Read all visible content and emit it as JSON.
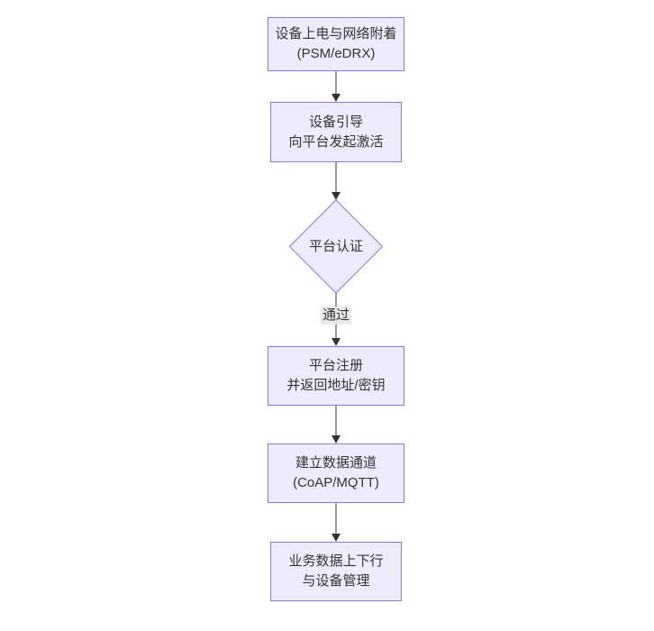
{
  "diagram": {
    "type": "flowchart",
    "direction": "top-down",
    "colors": {
      "node_fill": "#ECECFF",
      "node_border": "#9370DB",
      "edge_line": "#333333",
      "text": "#333333",
      "edge_label_bg": "#e8e8e8",
      "background": "#ffffff"
    },
    "nodes": [
      {
        "id": "power",
        "shape": "rect",
        "line1": "设备上电与网络附着",
        "line2": "(PSM/eDRX)"
      },
      {
        "id": "boot",
        "shape": "rect",
        "line1": "设备引导",
        "line2": "向平台发起激活"
      },
      {
        "id": "auth",
        "shape": "diamond",
        "line1": "平台认证",
        "line2": ""
      },
      {
        "id": "reg",
        "shape": "rect",
        "line1": "平台注册",
        "line2": "并返回地址/密钥"
      },
      {
        "id": "channel",
        "shape": "rect",
        "line1": "建立数据通道",
        "line2": "(CoAP/MQTT)"
      },
      {
        "id": "biz",
        "shape": "rect",
        "line1": "业务数据上下行",
        "line2": "与设备管理"
      }
    ],
    "edges": [
      {
        "from": "power",
        "to": "boot",
        "label": ""
      },
      {
        "from": "boot",
        "to": "auth",
        "label": ""
      },
      {
        "from": "auth",
        "to": "reg",
        "label": "通过"
      },
      {
        "from": "reg",
        "to": "channel",
        "label": ""
      },
      {
        "from": "channel",
        "to": "biz",
        "label": ""
      }
    ]
  }
}
